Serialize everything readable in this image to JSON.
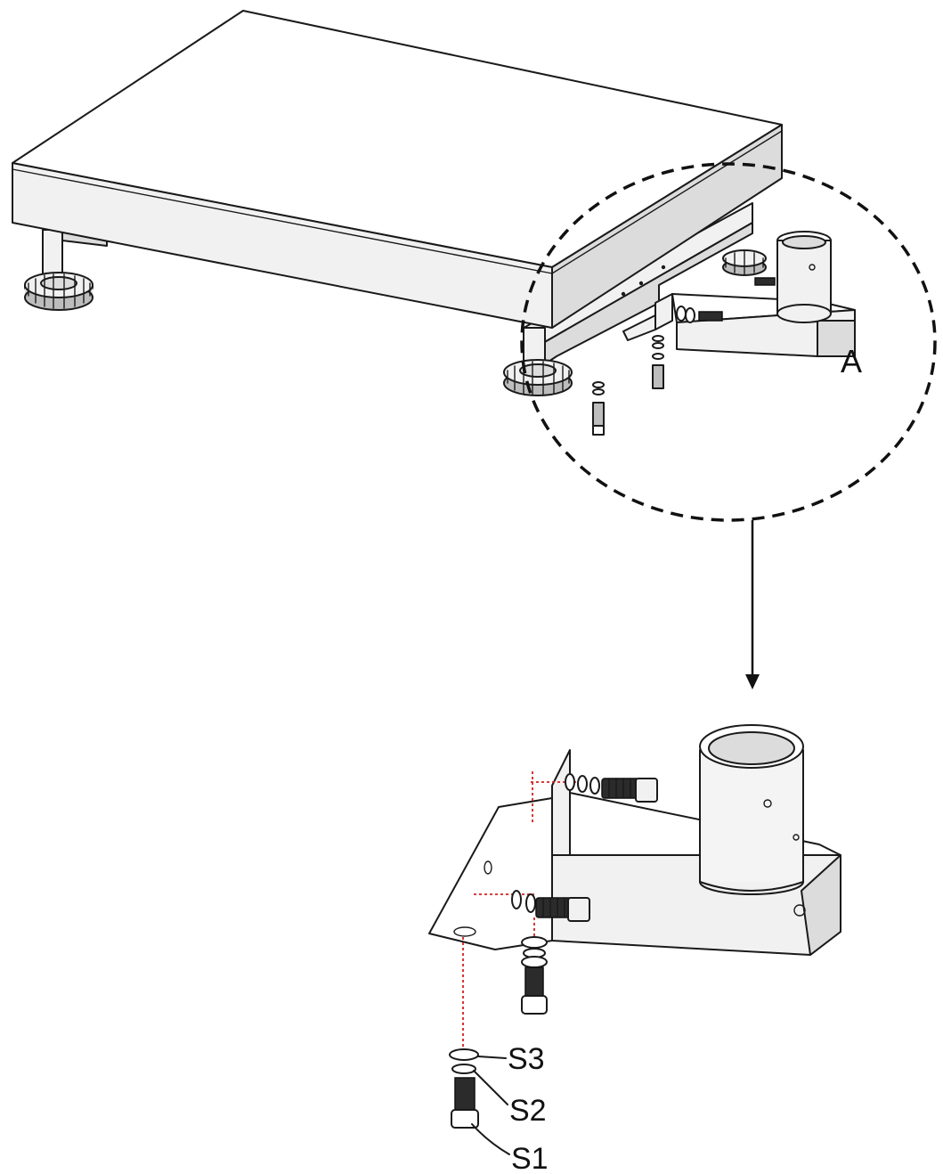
{
  "callout": {
    "detail_label": "A"
  },
  "parts": {
    "screw_label": "S1",
    "spring_washer_label": "S2",
    "flat_washer_label": "S3"
  }
}
